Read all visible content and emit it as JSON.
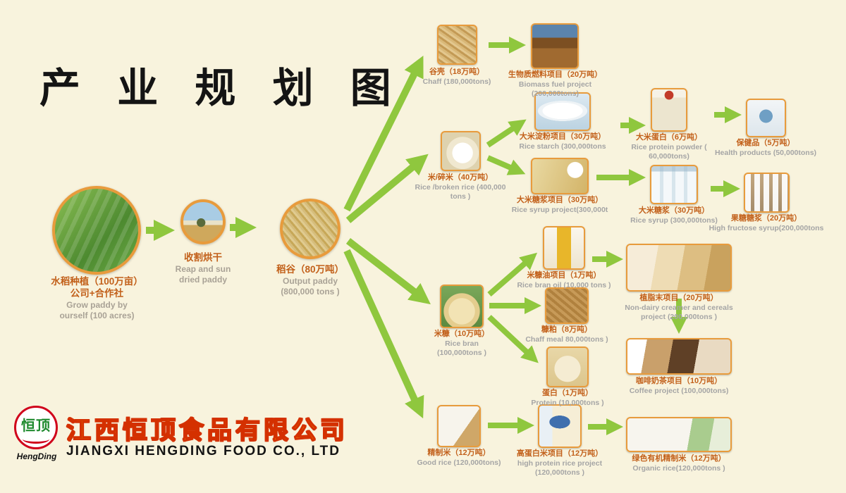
{
  "title": "产 业 规 划 图",
  "colors": {
    "background": "#f8f3dd",
    "arrow_green": "#8fc73e",
    "photo_border": "#e89b3c",
    "label_cn": "#c2601a",
    "label_en": "#a5a5a5",
    "company_gold": "#ffb400",
    "company_outline": "#d43000"
  },
  "brand": {
    "logo_cn": "恒顶",
    "logo_en": "HengDing",
    "company_cn": "江西恒顶食品有限公司",
    "company_en": "JIANGXI HENGDING FOOD CO., LTD"
  },
  "stages": {
    "grow": {
      "cn": "水稻种植（100万亩）",
      "cn2": "公司+合作社",
      "en": "Grow paddy  by",
      "en2": "ourself (100 acres)"
    },
    "reap": {
      "cn": "收割烘干",
      "en": "Reap and sun",
      "en2": "dried paddy"
    },
    "paddy": {
      "cn": "稻谷（80万吨）",
      "en": "Output paddy",
      "en2": "(800,000 tons )"
    }
  },
  "nodes": {
    "chaff": {
      "cn": "谷壳（18万吨）",
      "en": "Chaff (180,000tons)"
    },
    "biomass": {
      "cn": "生物质燃料项目（20万吨）",
      "en": "Biomass fuel project (200,000tons)"
    },
    "rice_broken": {
      "cn": "米/碎米（40万吨）",
      "en": "Rice /broken rice (400,000 tons )"
    },
    "starch": {
      "cn": "大米淀粉项目（30万吨）",
      "en": "Rice starch  (300,000tons"
    },
    "rice_protein": {
      "cn": "大米蛋白（6万吨）",
      "en": "Rice protein powder ( 60,000tons)"
    },
    "health": {
      "cn": "保健品（5万吨）",
      "en": "Health products (50,000tons)"
    },
    "syrup_project": {
      "cn": "大米糖浆项目（30万吨）",
      "en": "Rice syrup project(300,000t"
    },
    "syrup": {
      "cn": "大米糖浆（30万吨）",
      "en": "Rice syrup (300,000tons)"
    },
    "fructose": {
      "cn": "果糖糖浆（20万吨）",
      "en": "High fructose syrup(200,000tons"
    },
    "bran": {
      "cn": "米糠（10万吨）",
      "en": "Rice bran (100,000tons )"
    },
    "bran_oil": {
      "cn": "米糠油项目（1万吨）",
      "en": "Rice bran oil (10,000 tons )"
    },
    "creamer": {
      "cn": "植脂末项目（20万吨）",
      "en": "Non-dairy creamer and cereals project (200,000tons )"
    },
    "coffee": {
      "cn": "咖啡奶茶项目（10万吨）",
      "en": "Coffee project (100,000tons)"
    },
    "chaff_meal": {
      "cn": "糠粕（8万吨）",
      "en": "Chaff meal 80,000tons )"
    },
    "protein": {
      "cn": "蛋白（1万吨）",
      "en": "Protein (10,000tons )"
    },
    "good_rice": {
      "cn": "精制米（12万吨）",
      "en": "Good rice (120,000tons)"
    },
    "high_protein": {
      "cn": "高蛋白米项目（12万吨）",
      "en": "high protein  rice project (120,000tons )"
    },
    "organic": {
      "cn": "绿色有机精制米（12万吨）",
      "en": "Organic rice(120,000tons )"
    }
  }
}
